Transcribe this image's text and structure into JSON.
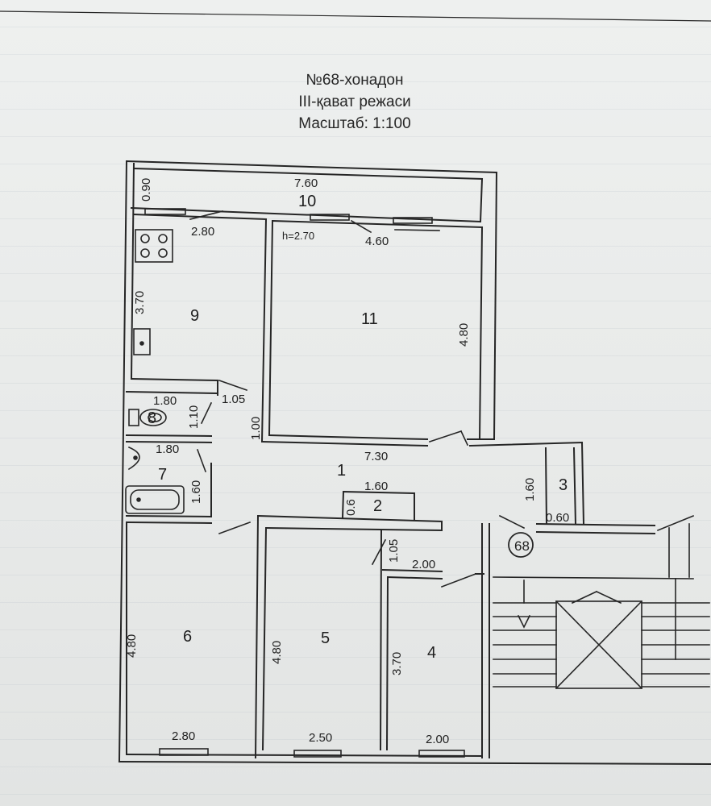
{
  "header": {
    "line1": "№68-хонадон",
    "line2": "III-қават режаси",
    "line3": "Масштаб: 1:100"
  },
  "rooms": [
    {
      "num": "1"
    },
    {
      "num": "2"
    },
    {
      "num": "3"
    },
    {
      "num": "4"
    },
    {
      "num": "5"
    },
    {
      "num": "6"
    },
    {
      "num": "7"
    },
    {
      "num": "8"
    },
    {
      "num": "9"
    },
    {
      "num": "10"
    },
    {
      "num": "11"
    }
  ],
  "apartment_badge": "68",
  "ceiling_height": "h=2.70",
  "dimensions": {
    "d_090": "0.90",
    "d_760": "7.60",
    "d_280_top": "2.80",
    "d_460": "4.60",
    "d_370_left": "3.70",
    "d_480_11": "4.80",
    "d_180_a": "1.80",
    "d_110": "1.10",
    "d_105_a": "1.05",
    "d_100": "1.00",
    "d_730": "7.30",
    "d_180_b": "1.80",
    "d_160_v7": "1.60",
    "d_160_h2": "1.60",
    "d_06": "0.6",
    "d_160_v3": "1.60",
    "d_060": "0.60",
    "d_105_b": "1.05",
    "d_200_top": "2.00",
    "d_480_6": "4.80",
    "d_480_5": "4.80",
    "d_370_4": "3.70",
    "d_280_bottom": "2.80",
    "d_250": "2.50",
    "d_200_bottom": "2.00"
  },
  "colors": {
    "ink": "#262626",
    "paper": "#eceeed"
  }
}
